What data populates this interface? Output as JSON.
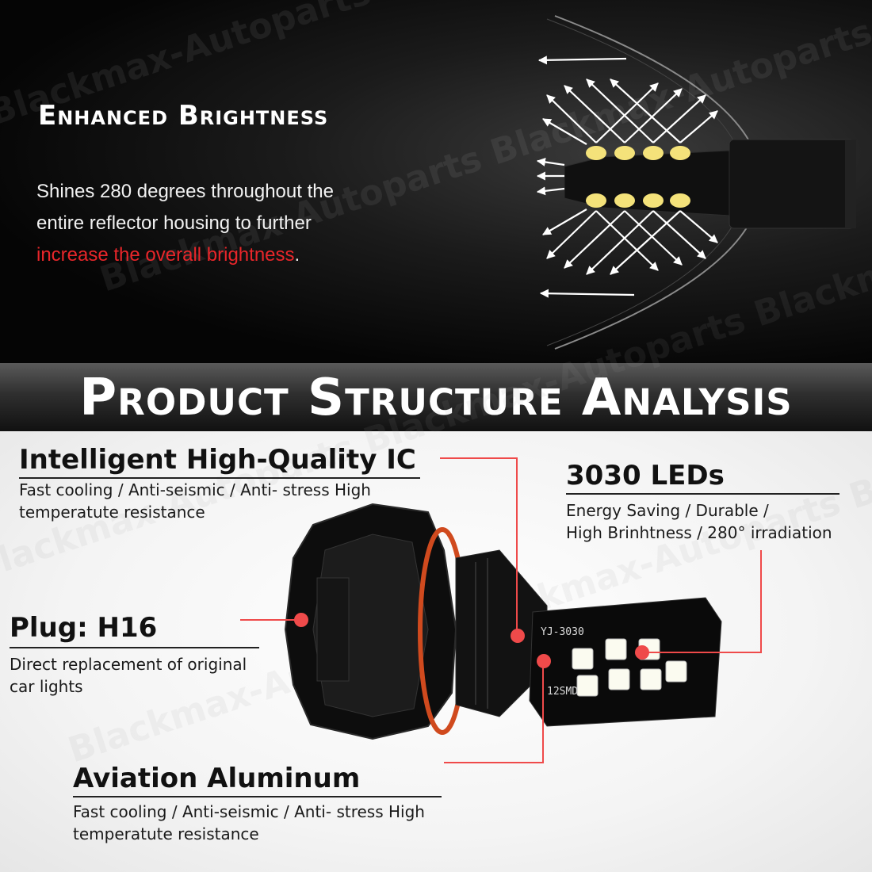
{
  "hero": {
    "title": "Enhanced Brightness",
    "body_line1": "Shines 280 degrees throughout the",
    "body_line2": "entire reflector housing to further",
    "body_highlight": "increase the overall brightness",
    "body_end": "."
  },
  "banner": {
    "title": "Product Structure Analysis"
  },
  "features": {
    "ic": {
      "title": "Intelligent High-Quality IC",
      "desc_line1": "Fast cooling / Anti-seismic / Anti- stress High",
      "desc_line2": "temperatute resistance"
    },
    "leds": {
      "title": "3030 LEDs",
      "desc_line1": "Energy Saving / Durable /",
      "desc_line2": "High Brinhtness / 280° irradiation"
    },
    "plug": {
      "title": "Plug: H16",
      "desc_line1": "Direct replacement of original",
      "desc_line2": "car lights"
    },
    "aluminum": {
      "title": "Aviation Aluminum",
      "desc_line1": "Fast cooling / Anti-seismic / Anti- stress High",
      "desc_line2": "temperatute resistance"
    }
  },
  "bulb": {
    "model_label": "YJ-3030",
    "smd_label": "12SMD"
  },
  "watermark": "Blackmax-Autoparts Blackmax-Autoparts Blackmax-Autoparts",
  "colors": {
    "accent_red": "#e8262a",
    "callout_red": "#ef4a4a",
    "led_yellow": "#f4e27a"
  }
}
